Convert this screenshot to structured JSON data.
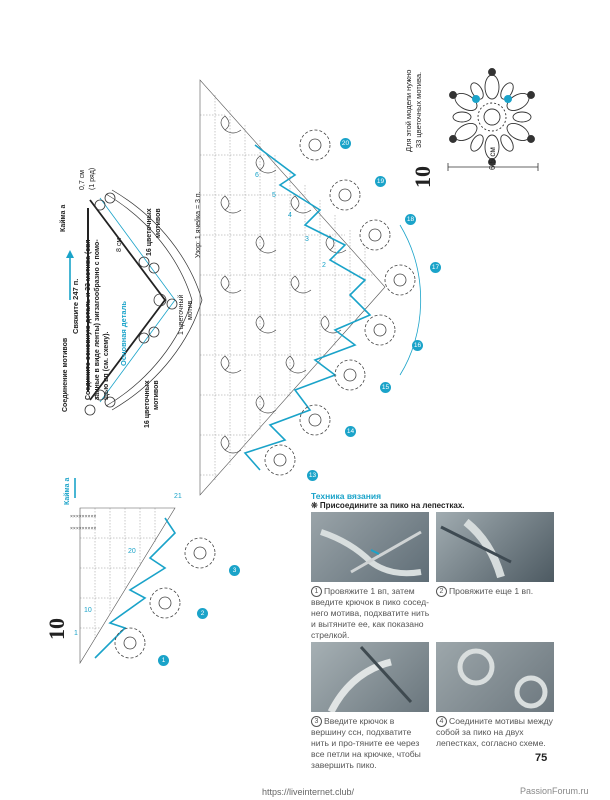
{
  "page": {
    "number": "75",
    "footer_url": "https://liveinternet.club/",
    "watermark": "PassionForum.ru"
  },
  "model_number_top": "10",
  "model_number_side": "10",
  "motif": {
    "note_line1": "Для этой модели нужно",
    "note_line2": "33 цветочных мотива.",
    "size": "6,5 см"
  },
  "schematic": {
    "label_top_row": "Кайма а",
    "size_row": "0,7 см",
    "size_row2": "(1 ряд)",
    "size_8cm": "8 см",
    "flowers_16_right": "16 цветочных",
    "flowers_16_right2": "мотивов",
    "tie_247": "Свяжите 247 п.",
    "join_line1": "Соедините основную деталь и 33 мотива (свя-",
    "join_line2": "занные в виде ленты) зигзагообразно с помо-",
    "join_line3": "щью вп (см. схему).",
    "main_part": "Основная деталь",
    "join_motifs": "Соединение мотивов",
    "flowers_16_left": "16 цветочных",
    "flowers_16_left2": "мотивов"
  },
  "main_chart": {
    "motif_label": "1 цветочный",
    "motif_label2": "мотив",
    "pattern_label": "Узор: 1 ячейка = 3 п.",
    "motif_numbers": [
      "20",
      "19",
      "18",
      "17",
      "16",
      "15",
      "14",
      "13"
    ],
    "row_numbers": [
      "6",
      "5",
      "4",
      "3",
      "2"
    ]
  },
  "small_chart": {
    "label": "Кайма а",
    "motif_numbers": [
      "1",
      "2",
      "3"
    ],
    "row_numbers": [
      "21",
      "20",
      "10",
      "1"
    ]
  },
  "technique": {
    "title": "Техника вязания",
    "subtitle": "❊ Присоедините за пико на лепестках.",
    "steps": [
      {
        "n": "1",
        "text": "Провяжите 1 вп, затем введите крючок в пико сосед-него мотива, подхватите нить и вытяните ее, как показано стрелкой."
      },
      {
        "n": "2",
        "text": "Провяжите еще 1 вп."
      },
      {
        "n": "3",
        "text": "Введите крючок в вершину ссн, подхватите нить и про-тяните ее через все петли на крючке, чтобы завершить пико."
      },
      {
        "n": "4",
        "text": "Соедините мотивы между собой за пико на двух лепестках, согласно схеме."
      }
    ]
  },
  "colors": {
    "accent": "#1aa3c9",
    "ink": "#222222",
    "chart_line": "#3a3a3a"
  }
}
